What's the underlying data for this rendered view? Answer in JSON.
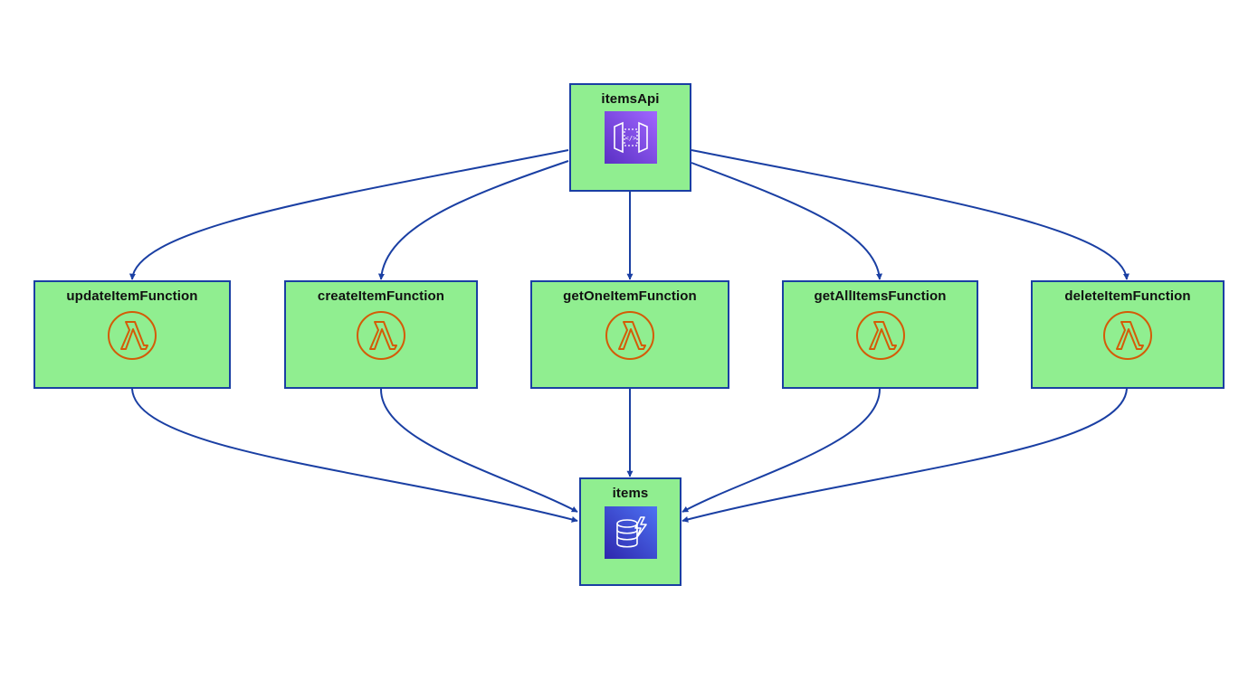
{
  "diagram": {
    "nodes": [
      {
        "id": "itemsApi",
        "label": "itemsApi",
        "icon": "api-gateway-icon"
      },
      {
        "id": "updateItemFunction",
        "label": "updateItemFunction",
        "icon": "lambda-icon"
      },
      {
        "id": "createItemFunction",
        "label": "createItemFunction",
        "icon": "lambda-icon"
      },
      {
        "id": "getOneItemFunction",
        "label": "getOneItemFunction",
        "icon": "lambda-icon"
      },
      {
        "id": "getAllItemsFunction",
        "label": "getAllItemsFunction",
        "icon": "lambda-icon"
      },
      {
        "id": "deleteItemFunction",
        "label": "deleteItemFunction",
        "icon": "lambda-icon"
      },
      {
        "id": "items",
        "label": "items",
        "icon": "dynamodb-icon"
      }
    ],
    "edges": [
      {
        "from": "itemsApi",
        "to": "updateItemFunction"
      },
      {
        "from": "itemsApi",
        "to": "createItemFunction"
      },
      {
        "from": "itemsApi",
        "to": "getOneItemFunction"
      },
      {
        "from": "itemsApi",
        "to": "getAllItemsFunction"
      },
      {
        "from": "itemsApi",
        "to": "deleteItemFunction"
      },
      {
        "from": "updateItemFunction",
        "to": "items"
      },
      {
        "from": "createItemFunction",
        "to": "items"
      },
      {
        "from": "getOneItemFunction",
        "to": "items"
      },
      {
        "from": "getAllItemsFunction",
        "to": "items"
      },
      {
        "from": "deleteItemFunction",
        "to": "items"
      }
    ]
  },
  "colors": {
    "node_fill": "#90ee90",
    "node_border": "#1a3fa3",
    "edge": "#1a3fa3",
    "lambda": "#d45b07",
    "api_gateway_tile_start": "#a166ff",
    "api_gateway_tile_end": "#5a30c4",
    "dynamodb_tile_start": "#4d72f3",
    "dynamodb_tile_end": "#2e27ad"
  }
}
